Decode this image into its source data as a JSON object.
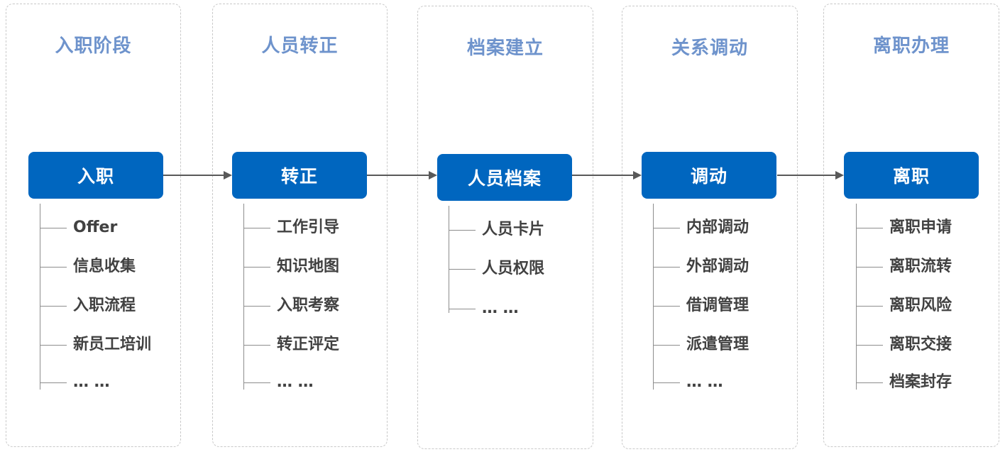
{
  "stages": [
    {
      "title": "入职阶段",
      "main": "入职",
      "items": [
        "Offer",
        "信息收集",
        "入职流程",
        "新员工培训",
        "… …"
      ]
    },
    {
      "title": "人员转正",
      "main": "转正",
      "items": [
        "工作引导",
        "知识地图",
        "入职考察",
        "转正评定",
        "… …"
      ]
    },
    {
      "title": "档案建立",
      "main": "人员档案",
      "items": [
        "人员卡片",
        "人员权限",
        "… …"
      ]
    },
    {
      "title": "关系调动",
      "main": "调动",
      "items": [
        "内部调动",
        "外部调动",
        "借调管理",
        "派遣管理",
        "… …"
      ]
    },
    {
      "title": "离职办理",
      "main": "离职",
      "items": [
        "离职申请",
        "离职流转",
        "离职风险",
        "离职交接",
        "档案封存"
      ]
    }
  ],
  "colors": {
    "accent": "#0066bf",
    "title": "#6e93cc",
    "border": "#c9c9c9",
    "connector": "#8d8d8d",
    "arrow": "#595959",
    "item_text": "#414141"
  }
}
